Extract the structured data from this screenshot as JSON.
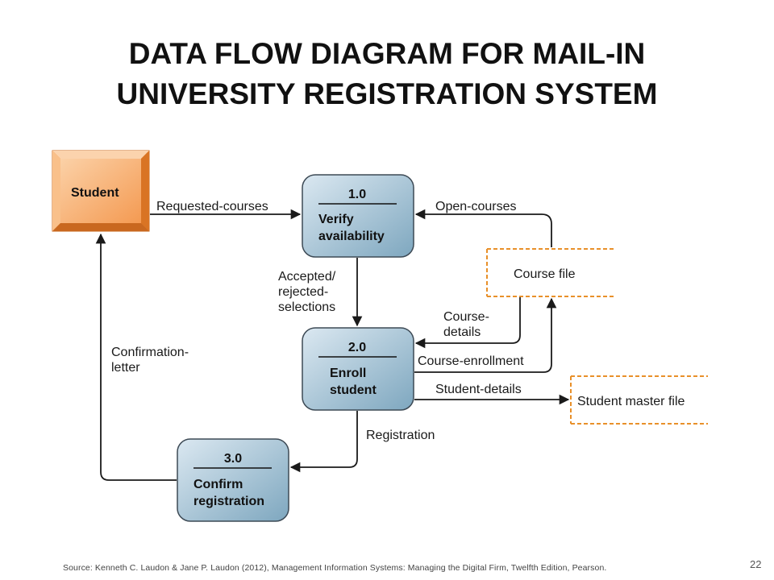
{
  "title": {
    "line1": "DATA FLOW DIAGRAM FOR MAIL-IN",
    "line2": "UNIVERSITY REGISTRATION SYSTEM"
  },
  "entity": {
    "label": "Student",
    "color": "#f7a968"
  },
  "processes": [
    {
      "number": "1.0",
      "line1": "Verify",
      "line2": "availability"
    },
    {
      "number": "2.0",
      "line1": "Enroll",
      "line2": "student"
    },
    {
      "number": "3.0",
      "line1": "Confirm",
      "line2": "registration"
    }
  ],
  "stores": {
    "course_file": "Course file",
    "student_master_file": "Student master file"
  },
  "flows": {
    "requested_courses": "Requested-courses",
    "open_courses": "Open-courses",
    "accepted_rejected": [
      "Accepted/",
      "rejected-",
      "selections"
    ],
    "course_details": [
      "Course-",
      "details"
    ],
    "course_enrollment": "Course-enrollment",
    "student_details": "Student-details",
    "registration": "Registration",
    "confirmation_letter": [
      "Confirmation-",
      "letter"
    ]
  },
  "colors": {
    "process_fill_top": "#dbe8f1",
    "process_fill_bottom": "#7ea7bf",
    "store_border": "#e8902a",
    "flow_line": "#1a1a1a"
  },
  "footer": {
    "source": "Source: Kenneth C. Laudon & Jane P. Laudon (2012), Management Information  Systems: Managing the Digital Firm, Twelfth  Edition, Pearson.",
    "page_number": "22"
  }
}
